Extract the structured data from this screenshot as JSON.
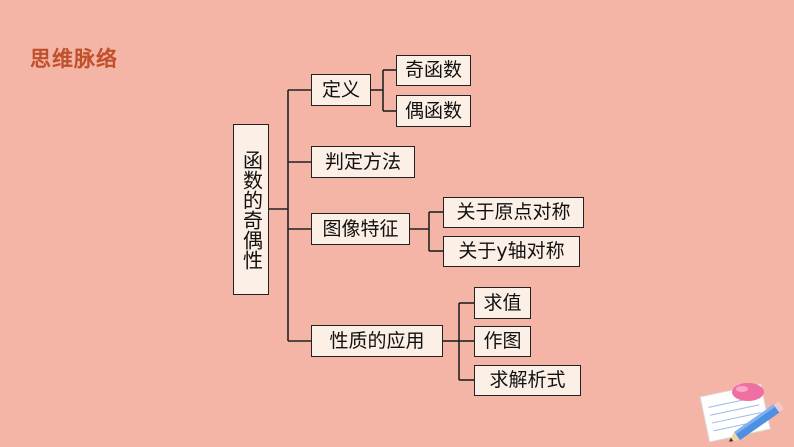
{
  "title": "思维脉络",
  "root": "函数的奇偶性",
  "branches": {
    "definition": {
      "label": "定义",
      "children": [
        "奇函数",
        "偶函数"
      ]
    },
    "judgment": {
      "label": "判定方法"
    },
    "graph": {
      "label": "图像特征",
      "children": [
        "关于原点对称",
        "关于y轴对称"
      ]
    },
    "application": {
      "label": "性质的应用",
      "children": [
        "求值",
        "作图",
        "求解析式"
      ]
    }
  },
  "colors": {
    "background": "#f4b4a6",
    "title": "#c0502a",
    "box": "#fbefe6",
    "line": "#222222"
  }
}
